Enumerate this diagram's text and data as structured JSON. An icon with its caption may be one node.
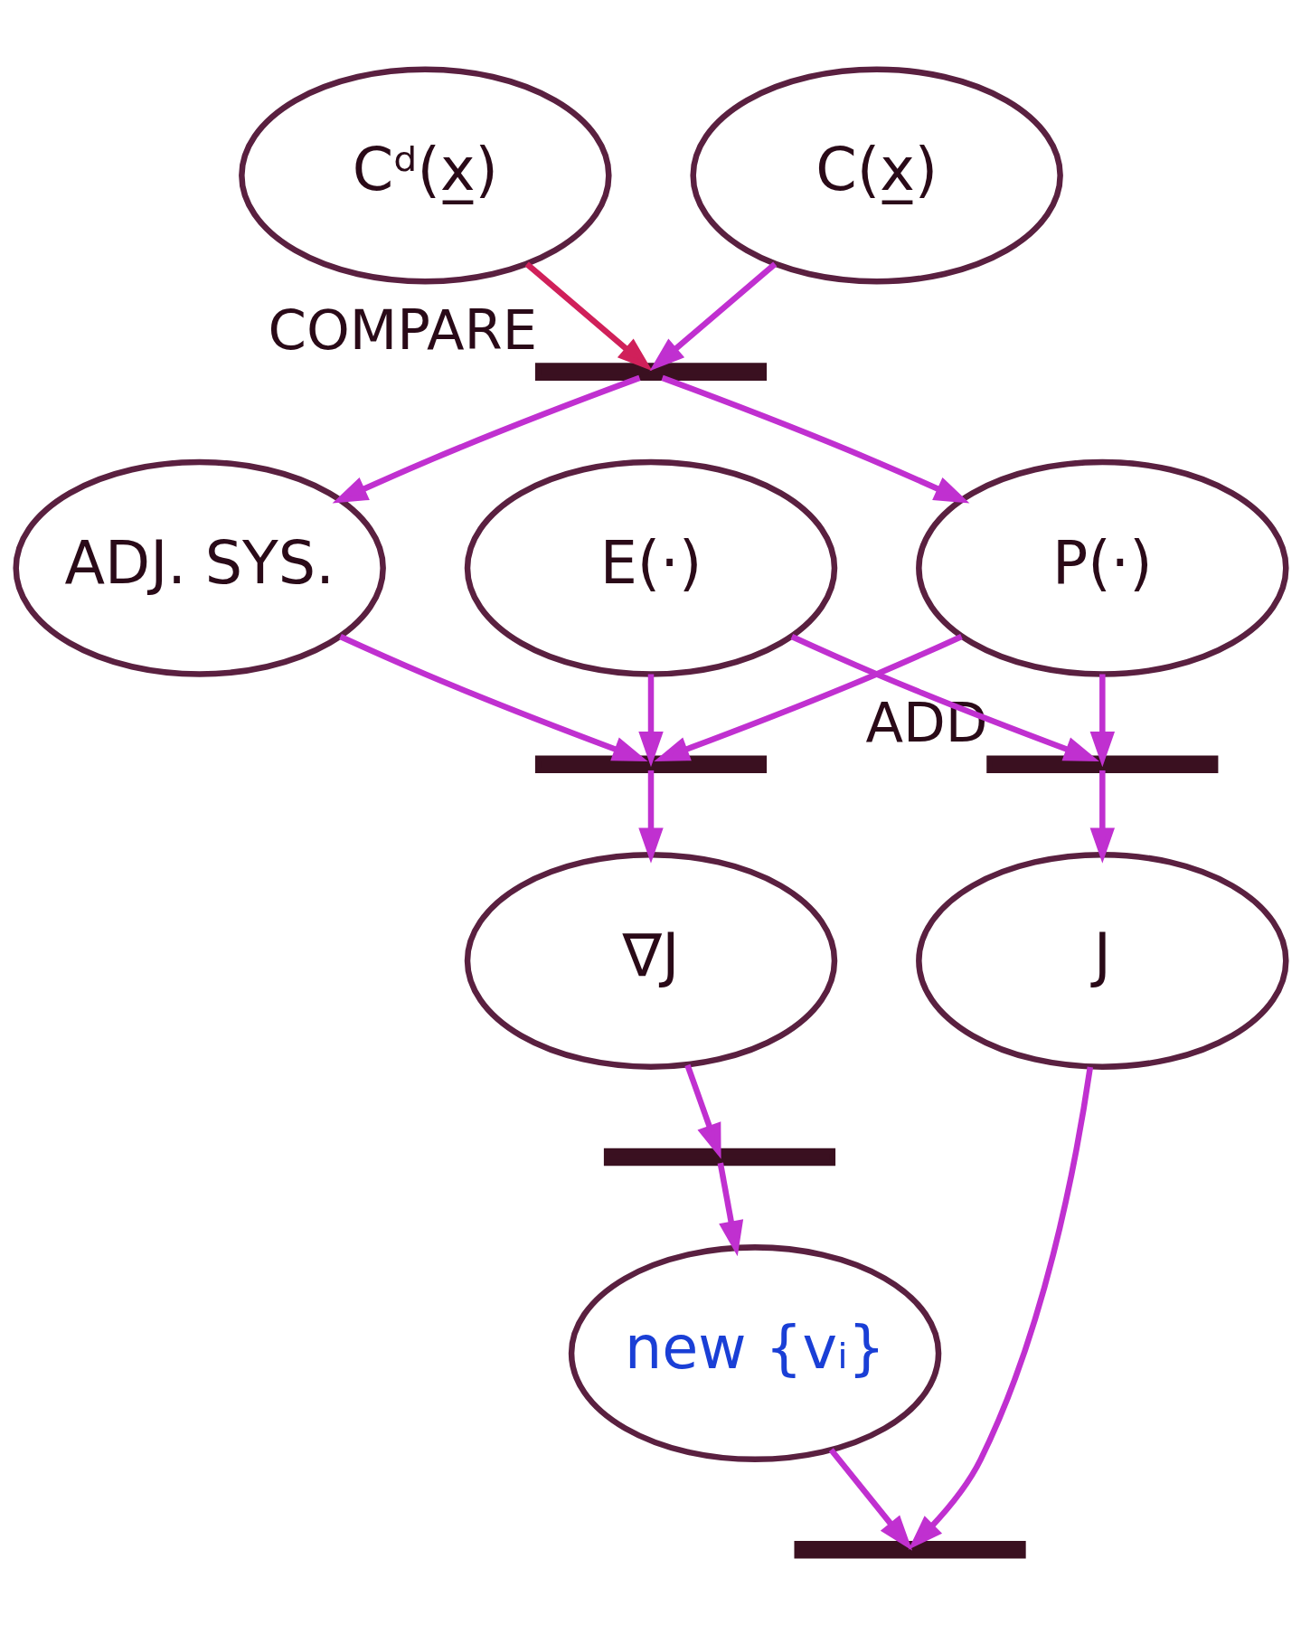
{
  "diagram": {
    "nodes": [
      {
        "text": [
          "Cᵈ(x̲)"
        ]
      },
      {
        "text": [
          "C(x̲)"
        ]
      },
      {
        "text": [],
        "shape": "bar",
        "beside": [
          "COMPARE"
        ]
      },
      {
        "text": [
          "E(·)"
        ]
      },
      {
        "text": [
          "P(·)"
        ]
      },
      {
        "text": [
          "ADJ. SYS."
        ]
      },
      {
        "text": [],
        "shape": "bar",
        "beside": [
          "ADD"
        ]
      },
      {
        "text": [],
        "shape": "bar"
      },
      {
        "text": [
          "J"
        ]
      },
      {
        "text": [
          "∇J"
        ]
      },
      {
        "text": [],
        "shape": "bar"
      },
      {
        "text": [
          "new {vᵢ}"
        ]
      },
      {
        "text": [],
        "shape": "bar"
      }
    ],
    "edges": [
      {
        "from": 0,
        "to": 2,
        "arrow": "to",
        "color": "#d0205a"
      },
      {
        "from": 1,
        "to": 2,
        "arrow": "to"
      },
      {
        "from": 2,
        "to": 4,
        "arrow": "to"
      },
      {
        "from": 2,
        "to": 5,
        "arrow": "to"
      },
      {
        "from": 3,
        "to": 6,
        "arrow": "to"
      },
      {
        "from": 3,
        "to": 7,
        "arrow": "to"
      },
      {
        "from": 4,
        "to": 6,
        "arrow": "to"
      },
      {
        "from": 4,
        "to": 7,
        "arrow": "to"
      },
      {
        "from": 5,
        "to": 7,
        "arrow": "to"
      },
      {
        "from": 6,
        "to": 8,
        "arrow": "to"
      },
      {
        "from": 7,
        "to": 9,
        "arrow": "to"
      },
      {
        "from": 9,
        "to": 10,
        "arrow": "to"
      },
      {
        "from": 10,
        "to": 11,
        "arrow": "to"
      },
      {
        "from": 8,
        "to": 12,
        "arrow": "to"
      },
      {
        "from": 11,
        "to": 12,
        "arrow": "to"
      }
    ]
  }
}
